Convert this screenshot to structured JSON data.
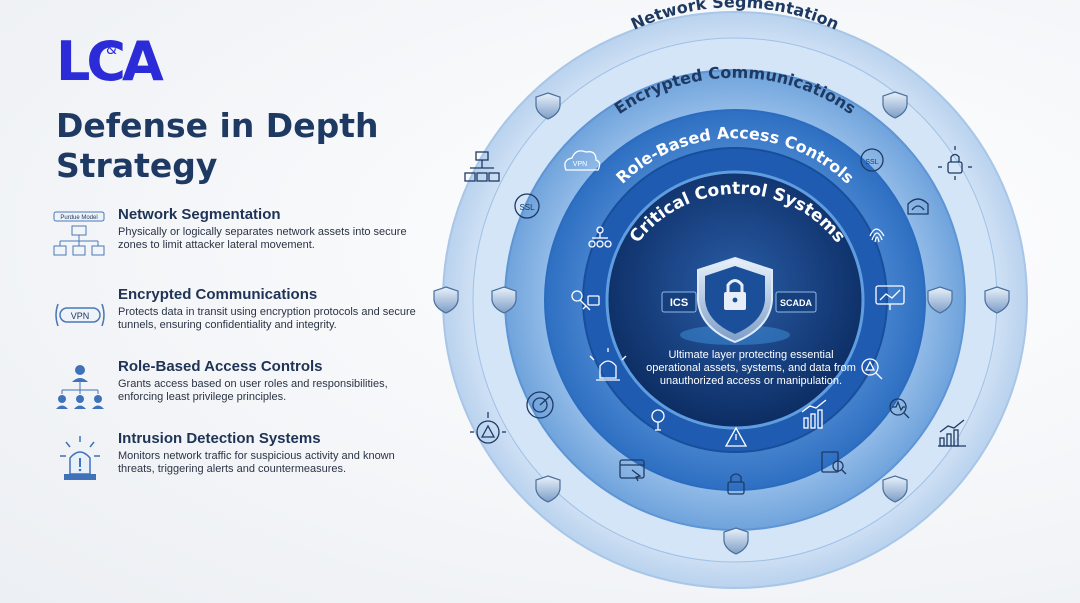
{
  "logo": {
    "text_main": "LCA",
    "text_amp": "&",
    "color": "#2b2bd8"
  },
  "title": "Defense in Depth Strategy",
  "items": [
    {
      "title": "Network Segmentation",
      "desc": "Physically or logically separates network assets into secure zones to limit attacker lateral movement.",
      "icon": "network-diagram-icon",
      "icon_label": "Purdue Model"
    },
    {
      "title": "Encrypted Communications",
      "desc": "Protects data in transit using encryption protocols and secure tunnels, ensuring confidentiality and integrity.",
      "icon": "vpn-tunnel-icon",
      "icon_label": "VPN"
    },
    {
      "title": "Role-Based Access Controls",
      "desc": "Grants access based on user roles and responsibilities, enforcing least privilege principles.",
      "icon": "user-hierarchy-icon"
    },
    {
      "title": "Intrusion Detection Systems",
      "desc": "Monitors network traffic for suspicious activity and known threats, triggering alerts and countermeasures.",
      "icon": "alarm-beacon-icon"
    }
  ],
  "rings": {
    "outer": "Network Segmentation",
    "second": "Encrypted Communications",
    "third": "Role-Based Access Controls",
    "core": "Critical Control Systems"
  },
  "core": {
    "tag_left": "ICS",
    "tag_right": "SCADA",
    "desc": "Ultimate layer protecting essential operational assets, systems, and data from unauthorized access or manipulation."
  },
  "ring_icons": {
    "vpn": "VPN",
    "ssl": "SSL"
  },
  "colors": {
    "navy": "#1e3a63",
    "ring_outer": "#cfe2f6",
    "ring_mid": "#7fb2e5",
    "ring_inner": "#2f78cf",
    "core": "#0f3a78"
  }
}
